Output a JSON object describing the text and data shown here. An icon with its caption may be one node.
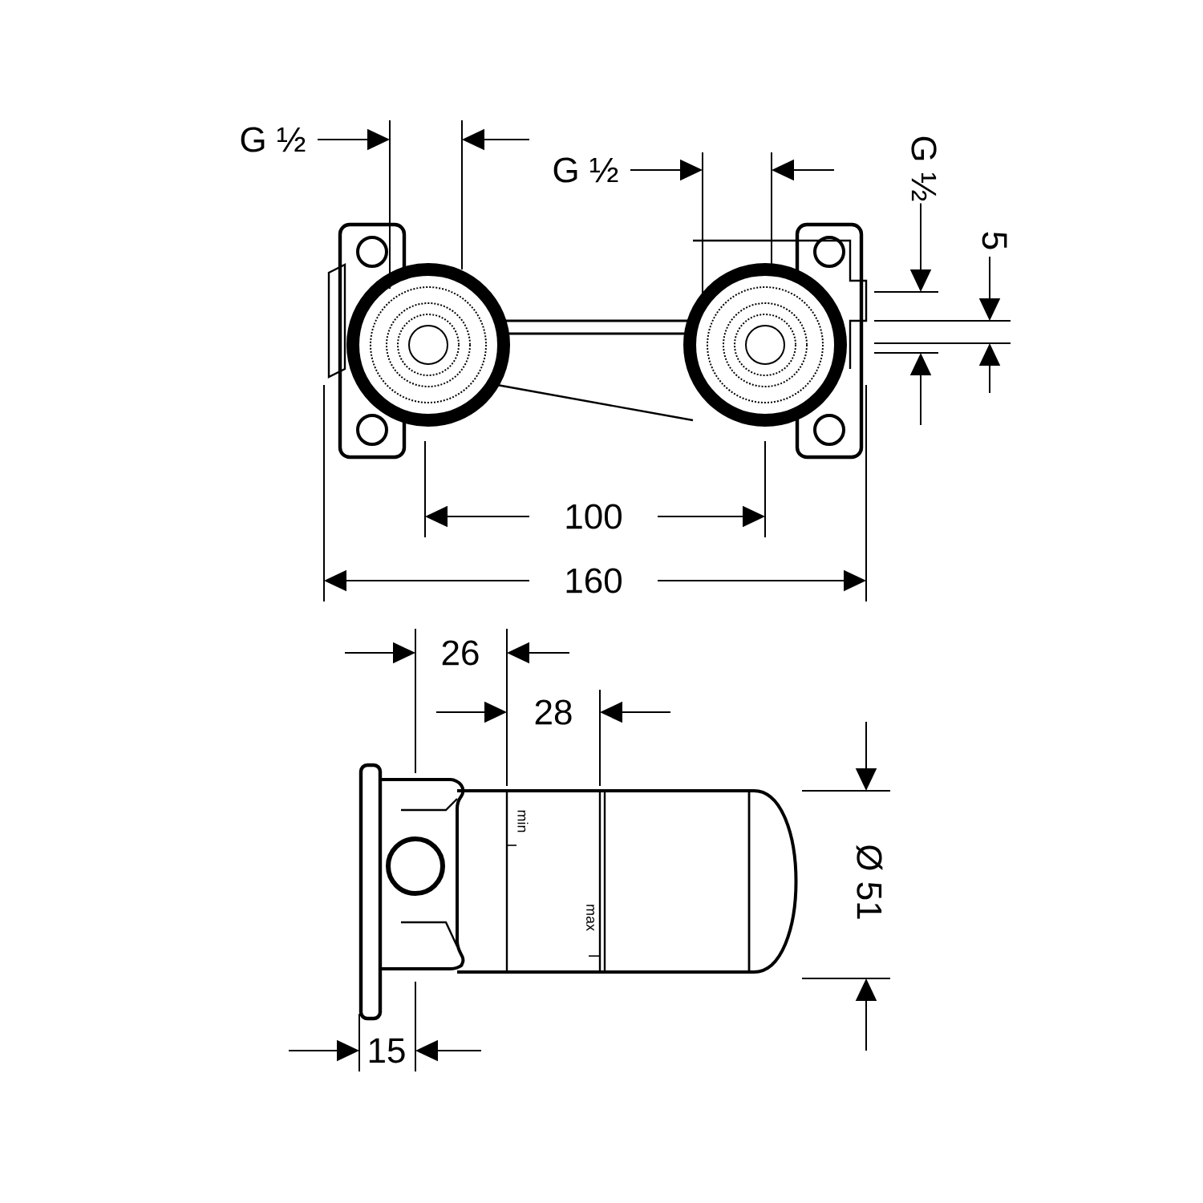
{
  "diagram": {
    "labels": [
      "G ½",
      "G ½",
      "G ½",
      "5",
      "100",
      "160",
      "26",
      "28",
      "min",
      "max",
      "Ø 51",
      "15"
    ]
  }
}
